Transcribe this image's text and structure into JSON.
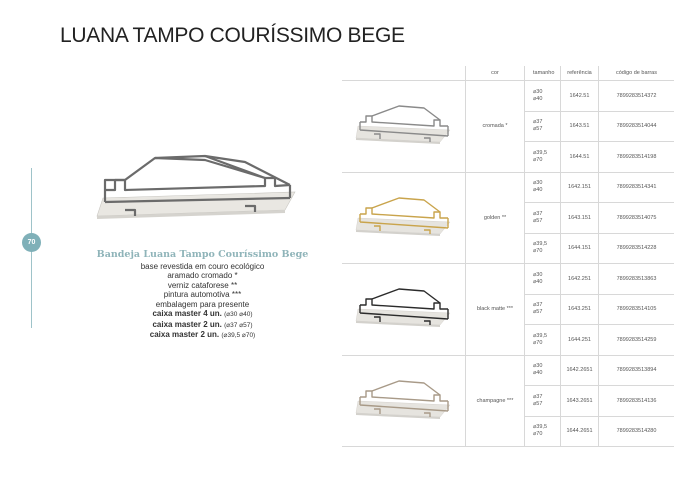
{
  "title": "LUANA TAMPO COURÍSSIMO BEGE",
  "page_number": "70",
  "product": {
    "name": "Bandeja Luana Tampo Couríssimo Bege",
    "lines": [
      "base revestida em couro ecológico",
      "aramado cromado *",
      "verniz cataforese **",
      "pintura automotiva ***",
      "embalagem para presente"
    ],
    "boxes": [
      {
        "label": "caixa master 4 un.",
        "dims": "(⌀30 ⌀40)"
      },
      {
        "label": "caixa master 2 un.",
        "dims": "(⌀37 ⌀57)"
      },
      {
        "label": "caixa master 2 un.",
        "dims": "(⌀39,5 ⌀70)"
      }
    ]
  },
  "table": {
    "headers": {
      "cor": "cor",
      "tamanho": "tamanho",
      "referencia": "referência",
      "codigo": "código de barras"
    },
    "groups": [
      {
        "cor": "cromada *",
        "frame_color": "#8a8a8a",
        "rows": [
          {
            "tam1": "⌀30",
            "tam2": "⌀40",
            "ref": "1642.51",
            "cod": "7899283514372"
          },
          {
            "tam1": "⌀37",
            "tam2": "⌀57",
            "ref": "1643.51",
            "cod": "7899283514044"
          },
          {
            "tam1": "⌀39,5",
            "tam2": "⌀70",
            "ref": "1644.51",
            "cod": "7899283514198"
          }
        ]
      },
      {
        "cor": "golden **",
        "frame_color": "#c9a44c",
        "rows": [
          {
            "tam1": "⌀30",
            "tam2": "⌀40",
            "ref": "1642.151",
            "cod": "7899283514341"
          },
          {
            "tam1": "⌀37",
            "tam2": "⌀57",
            "ref": "1643.151",
            "cod": "7899283514075"
          },
          {
            "tam1": "⌀39,5",
            "tam2": "⌀70",
            "ref": "1644.151",
            "cod": "7899283514228"
          }
        ]
      },
      {
        "cor": "black matte ***",
        "frame_color": "#2b2b2b",
        "rows": [
          {
            "tam1": "⌀30",
            "tam2": "⌀40",
            "ref": "1642.251",
            "cod": "7899283513863"
          },
          {
            "tam1": "⌀37",
            "tam2": "⌀57",
            "ref": "1643.251",
            "cod": "7899283514105"
          },
          {
            "tam1": "⌀39,5",
            "tam2": "⌀70",
            "ref": "1644.251",
            "cod": "7899283514259"
          }
        ]
      },
      {
        "cor": "champagne ***",
        "frame_color": "#a89a88",
        "rows": [
          {
            "tam1": "⌀30",
            "tam2": "⌀40",
            "ref": "1642.2651",
            "cod": "7899283513894"
          },
          {
            "tam1": "⌀37",
            "tam2": "⌀57",
            "ref": "1643.2651",
            "cod": "7899283514136"
          },
          {
            "tam1": "⌀39,5",
            "tam2": "⌀70",
            "ref": "1644.2651",
            "cod": "7899283514280"
          }
        ]
      }
    ]
  },
  "colors": {
    "accent": "#8fb4b9",
    "badge": "#7fb0b8",
    "base": "#e6e4df"
  }
}
